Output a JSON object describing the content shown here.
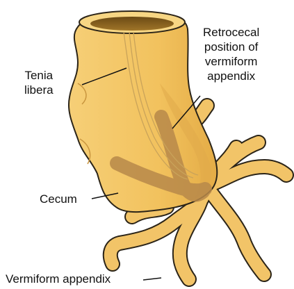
{
  "labels": {
    "tenia_libera": [
      "Tenia",
      "libera"
    ],
    "retrocecal": [
      "Retrocecal",
      "position of",
      "vermiform",
      "appendix"
    ],
    "cecum": "Cecum",
    "vermiform_appendix": "Vermiform appendix"
  },
  "colors": {
    "body": "#f3c464",
    "body_outline": "#2b2418",
    "body_shade": "#e0a94a",
    "shadow_appendix": "#b8894a",
    "appendix": "#f2c468",
    "rim": "#8a6a2a",
    "tenia": "#c9a35a"
  }
}
